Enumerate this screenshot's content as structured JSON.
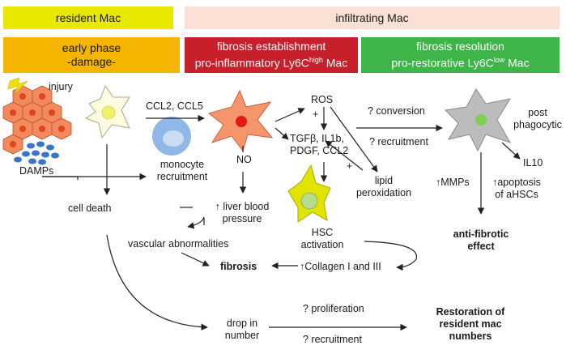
{
  "header": {
    "resident": "resident Mac",
    "infiltrating": "infiltrating Mac"
  },
  "phases": {
    "early": {
      "line1": "early phase",
      "line2": "-damage-"
    },
    "establishment": {
      "line1": "fibrosis establishment",
      "line2_pre": "pro-inflammatory Ly6C",
      "line2_sup": "high",
      "line2_post": " Mac"
    },
    "resolution": {
      "line1": "fibrosis resolution",
      "line2_pre": "pro-restorative Ly6C",
      "line2_sup": "low",
      "line2_post": " Mac"
    }
  },
  "labels": {
    "injury": "injury",
    "damps": "DAMPs",
    "ccl": "CCL2, CCL5",
    "monocyte_recruitment_1": "monocyte",
    "monocyte_recruitment_2": "recruitment",
    "cell_death": "cell death",
    "no": "NO",
    "liver_blood_1": "↑ liver blood",
    "liver_blood_2": "pressure",
    "vascular": "vascular abnormalities",
    "fibrosis": "fibrosis",
    "ros": "ROS",
    "plus_top": "+",
    "plus_bottom": "+",
    "tgf_1": "TGFβ, IL1b,",
    "tgf_2": "PDGF, CCL2",
    "lipid_1": "lipid",
    "lipid_2": "peroxidation",
    "hsc_1": "HSC",
    "hsc_2": "activation",
    "collagen": "↑Collagen I and III",
    "conversion": "? conversion",
    "recruitment_q": "? recruitment",
    "post_phago_1": "post",
    "post_phago_2": "phagocytic",
    "il10": "IL10",
    "mmps": "↑MMPs",
    "apoptosis_1": "↑apoptosis",
    "apoptosis_2": "of aHSCs",
    "anti_fibrotic_1": "anti-fibrotic",
    "anti_fibrotic_2": "effect",
    "drop_1": "drop in",
    "drop_2": "number",
    "proliferation_q": "? proliferation",
    "recruitment_q2": "? recruitment",
    "restoration_1": "Restoration of",
    "restoration_2": "resident mac",
    "restoration_3": "numbers"
  },
  "colors": {
    "resident_band": "#e8e800",
    "infiltrating_band": "#fbe0d6",
    "early_band": "#f5b400",
    "establishment_band": "#c8202a",
    "resolution_band": "#3fb449",
    "hepatocyte": "#f28a5e",
    "hepatocyte_nucleus": "#e0461e",
    "damps": "#3a76c7",
    "kupffer_cell": "#fffbe0",
    "monocyte": "#8fb8e8",
    "inflammatory_mac": "#f4956c",
    "inflammatory_nucleus": "#e01818",
    "hsc": "#e0e400",
    "hsc_nucleus": "#b4dc8c",
    "restorative_mac": "#bcbcbc",
    "restorative_nucleus": "#7ed04e"
  }
}
